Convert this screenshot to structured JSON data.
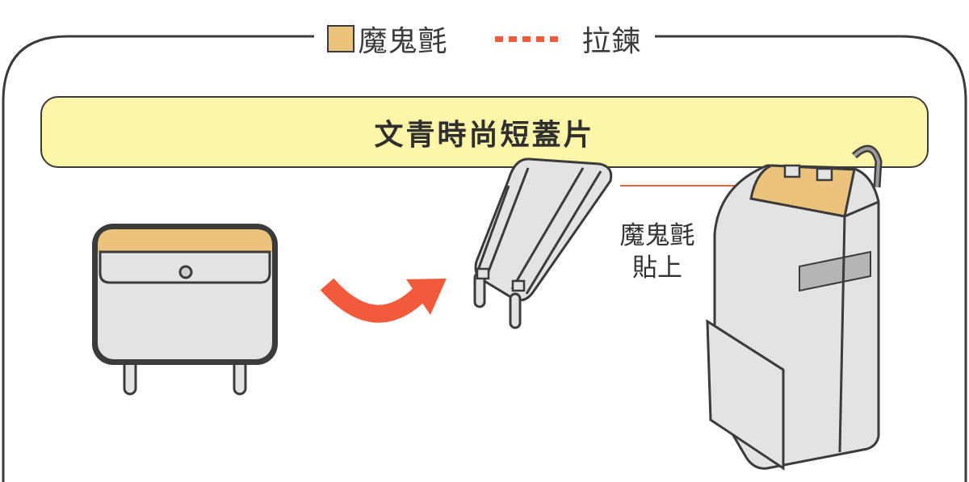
{
  "legend": {
    "velcro_label": "魔鬼氈",
    "zipper_label": "拉鍊",
    "velcro_color": "#ecc37c",
    "zipper_color": "#f25a3c"
  },
  "banner": {
    "title": "文青時尚短蓋片",
    "background": "#fdf5a8"
  },
  "annotation": {
    "line1": "魔鬼氈",
    "line2": "貼上"
  },
  "icons": [
    "flap-cover-icon",
    "curved-arrow-icon",
    "flipped-flap-icon",
    "backpack-icon"
  ]
}
